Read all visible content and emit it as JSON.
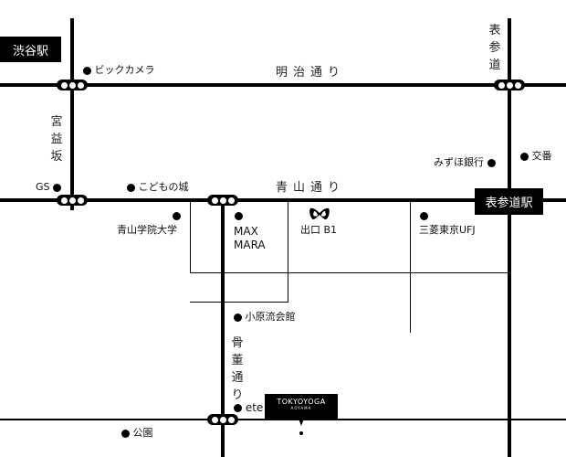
{
  "stations": {
    "shibuya": "渋谷駅",
    "omotesando": "表参道駅"
  },
  "roads": {
    "meiji_dori": "明治通り",
    "aoyama_dori": "青山通り",
    "miyamasuzaka": [
      "宮",
      "益",
      "坂"
    ],
    "omotesando": [
      "表",
      "参",
      "道"
    ],
    "kotto_dori": [
      "骨",
      "董",
      "通",
      "り"
    ]
  },
  "landmarks": {
    "bic_camera": "ビックカメラ",
    "gs": "GS",
    "kodomo_no_shiro": "こどもの城",
    "aoyama_gakuin": "青山学院大学",
    "max_mara_1": "MAX",
    "max_mara_2": "MARA",
    "metro_exit": "出口 B1",
    "mitsubishi_ufj": "三菱東京UFJ",
    "mizuho": "みずほ銀行",
    "koban": "交番",
    "ohara_kaikan": "小原流会館",
    "ete": "ete",
    "park": "公園"
  },
  "destination": {
    "name": "TOKYOYOGA",
    "sub": "AOYAMA"
  },
  "colors": {
    "road": "#000000",
    "background": "#ffffff",
    "label_bg": "#000000",
    "label_text": "#ffffff"
  }
}
